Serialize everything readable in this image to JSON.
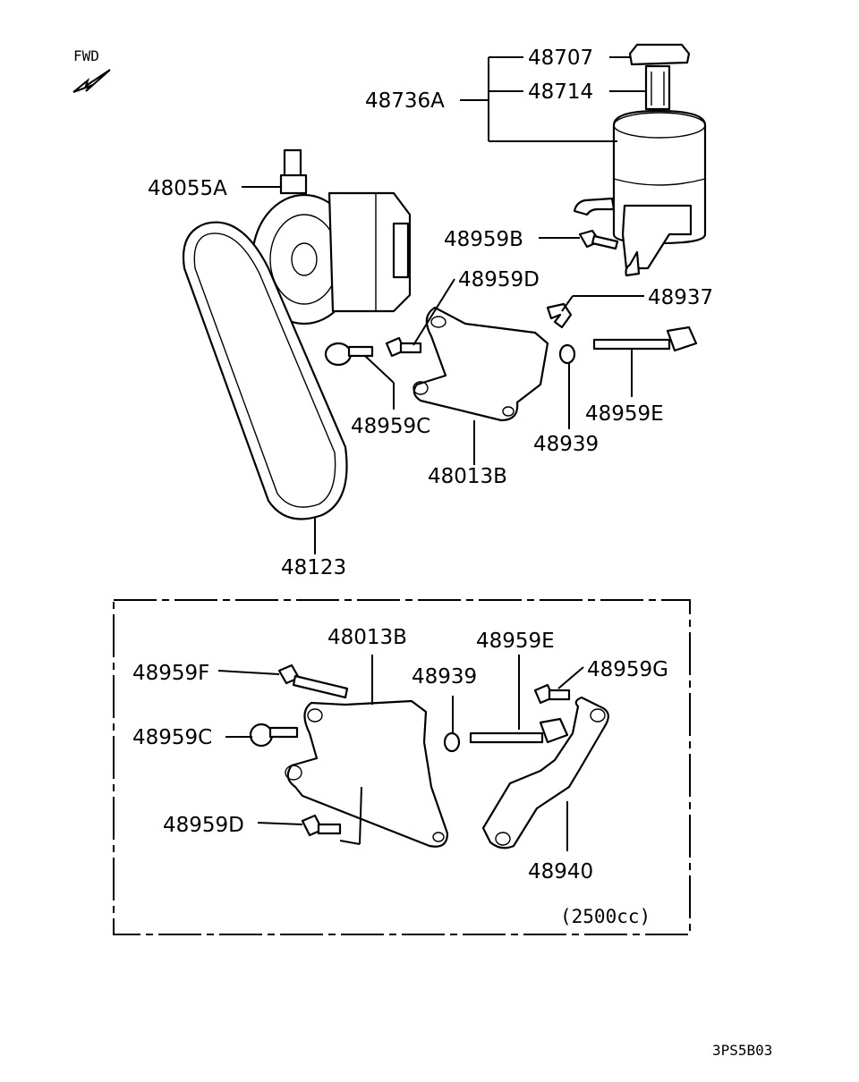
{
  "orientation": {
    "fwd_label": "FWD"
  },
  "labels": {
    "p48707": "48707",
    "p48714": "48714",
    "p48736A": "48736A",
    "p48055A": "48055A",
    "p48959B": "48959B",
    "p48959D_top": "48959D",
    "p48937": "48937",
    "p48959C_top": "48959C",
    "p48959E_top": "48959E",
    "p48939_top": "48939",
    "p48013B_top": "48013B",
    "p48123": "48123"
  },
  "inset": {
    "note": "(2500cc)",
    "labels": {
      "p48013B": "48013B",
      "p48959E": "48959E",
      "p48959F": "48959F",
      "p48939": "48939",
      "p48959G": "48959G",
      "p48959C": "48959C",
      "p48959D": "48959D",
      "p48940": "48940"
    }
  },
  "diagram_code": "3PS5B03"
}
